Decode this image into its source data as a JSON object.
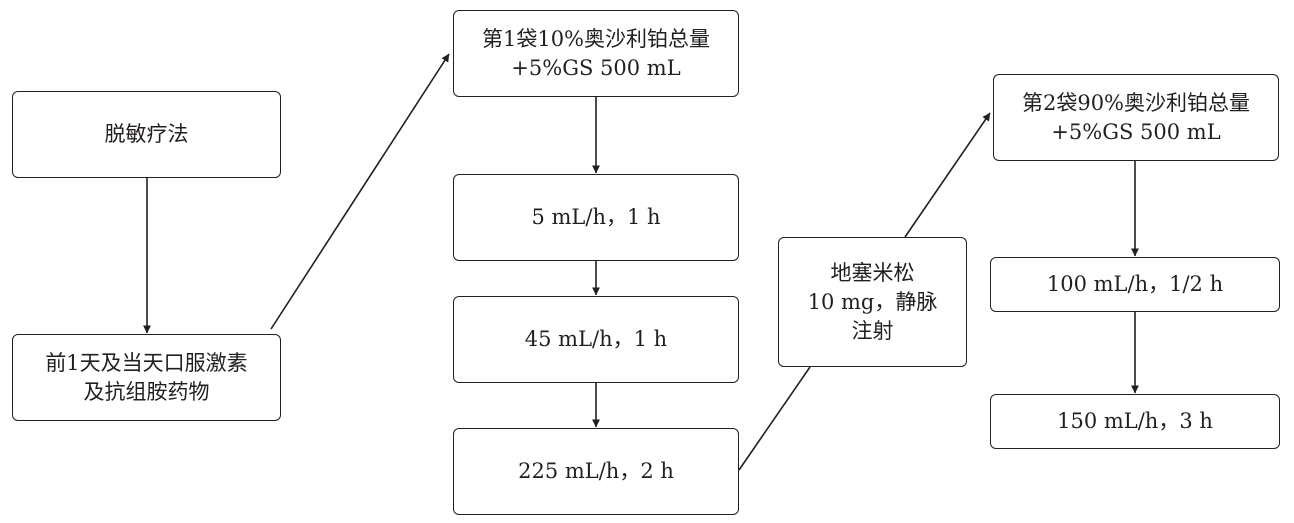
{
  "nodes": {
    "desensitization": {
      "lines": [
        "脱敏疗法"
      ]
    },
    "premedication": {
      "lines": [
        "前1天及当天口服激素",
        "及抗组胺药物"
      ]
    },
    "bag1": {
      "lines": [
        "第1袋10%奥沙利铂总量",
        "+5%GS 500 mL"
      ]
    },
    "rate_5": {
      "lines": [
        "5 mL/h，1 h"
      ]
    },
    "rate_45": {
      "lines": [
        "45 mL/h，1 h"
      ]
    },
    "rate_225": {
      "lines": [
        "225 mL/h，2 h"
      ]
    },
    "dexamethasone": {
      "lines": [
        "地塞米松",
        "10 mg，静脉",
        "注射"
      ]
    },
    "bag2": {
      "lines": [
        "第2袋90%奥沙利铂总量",
        "+5%GS 500 mL"
      ]
    },
    "rate_100": {
      "lines": [
        "100 mL/h，1/2 h"
      ]
    },
    "rate_150": {
      "lines": [
        "150 mL/h，3 h"
      ]
    }
  },
  "style": {
    "line_color": "#231f20",
    "box_border_color": "#231f20",
    "text_color": "#231f20",
    "background": "#ffffff"
  }
}
